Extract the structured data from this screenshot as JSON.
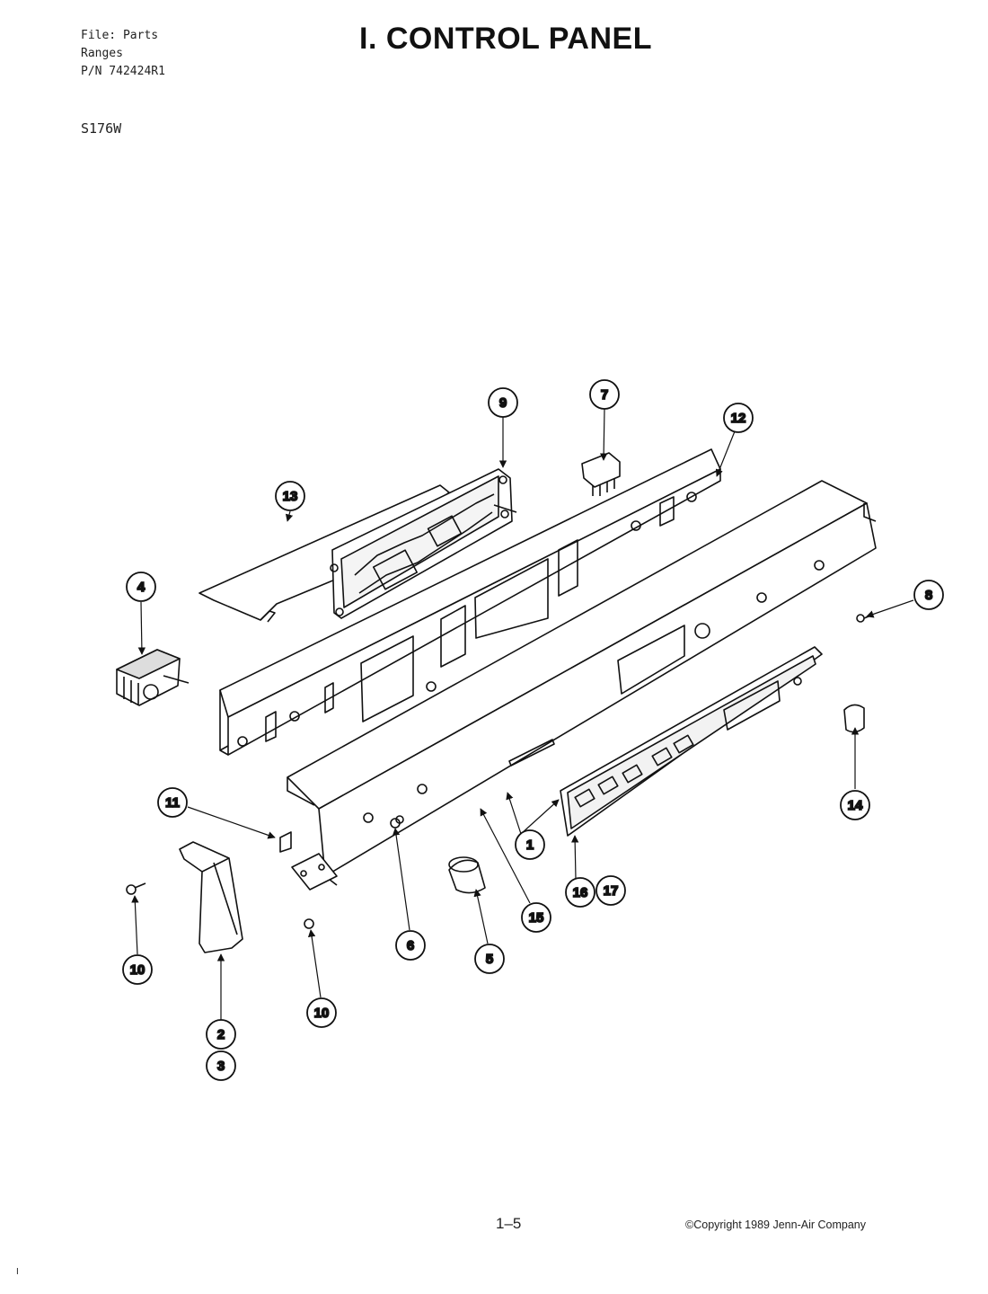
{
  "header": {
    "file_line": "File: Parts",
    "category_line": "Ranges",
    "part_number_line": "P/N 742424R1",
    "model": "S176W"
  },
  "title": "I. CONTROL PANEL",
  "footer": {
    "page_number": "1–5",
    "copyright": "©Copyright 1989 Jenn-Air Company",
    "corner_mark": "I"
  },
  "callouts": [
    {
      "id": "c9",
      "label": "9"
    },
    {
      "id": "c7",
      "label": "7"
    },
    {
      "id": "c12",
      "label": "12"
    },
    {
      "id": "c13",
      "label": "13"
    },
    {
      "id": "c4",
      "label": "4"
    },
    {
      "id": "c8",
      "label": "8"
    },
    {
      "id": "c11",
      "label": "11"
    },
    {
      "id": "c14",
      "label": "14"
    },
    {
      "id": "c1",
      "label": "1"
    },
    {
      "id": "c16",
      "label": "16"
    },
    {
      "id": "c17",
      "label": "17"
    },
    {
      "id": "c15",
      "label": "15"
    },
    {
      "id": "c6",
      "label": "6"
    },
    {
      "id": "c5",
      "label": "5"
    },
    {
      "id": "c10a",
      "label": "10"
    },
    {
      "id": "c10b",
      "label": "10"
    },
    {
      "id": "c2",
      "label": "2"
    },
    {
      "id": "c3",
      "label": "3"
    }
  ]
}
